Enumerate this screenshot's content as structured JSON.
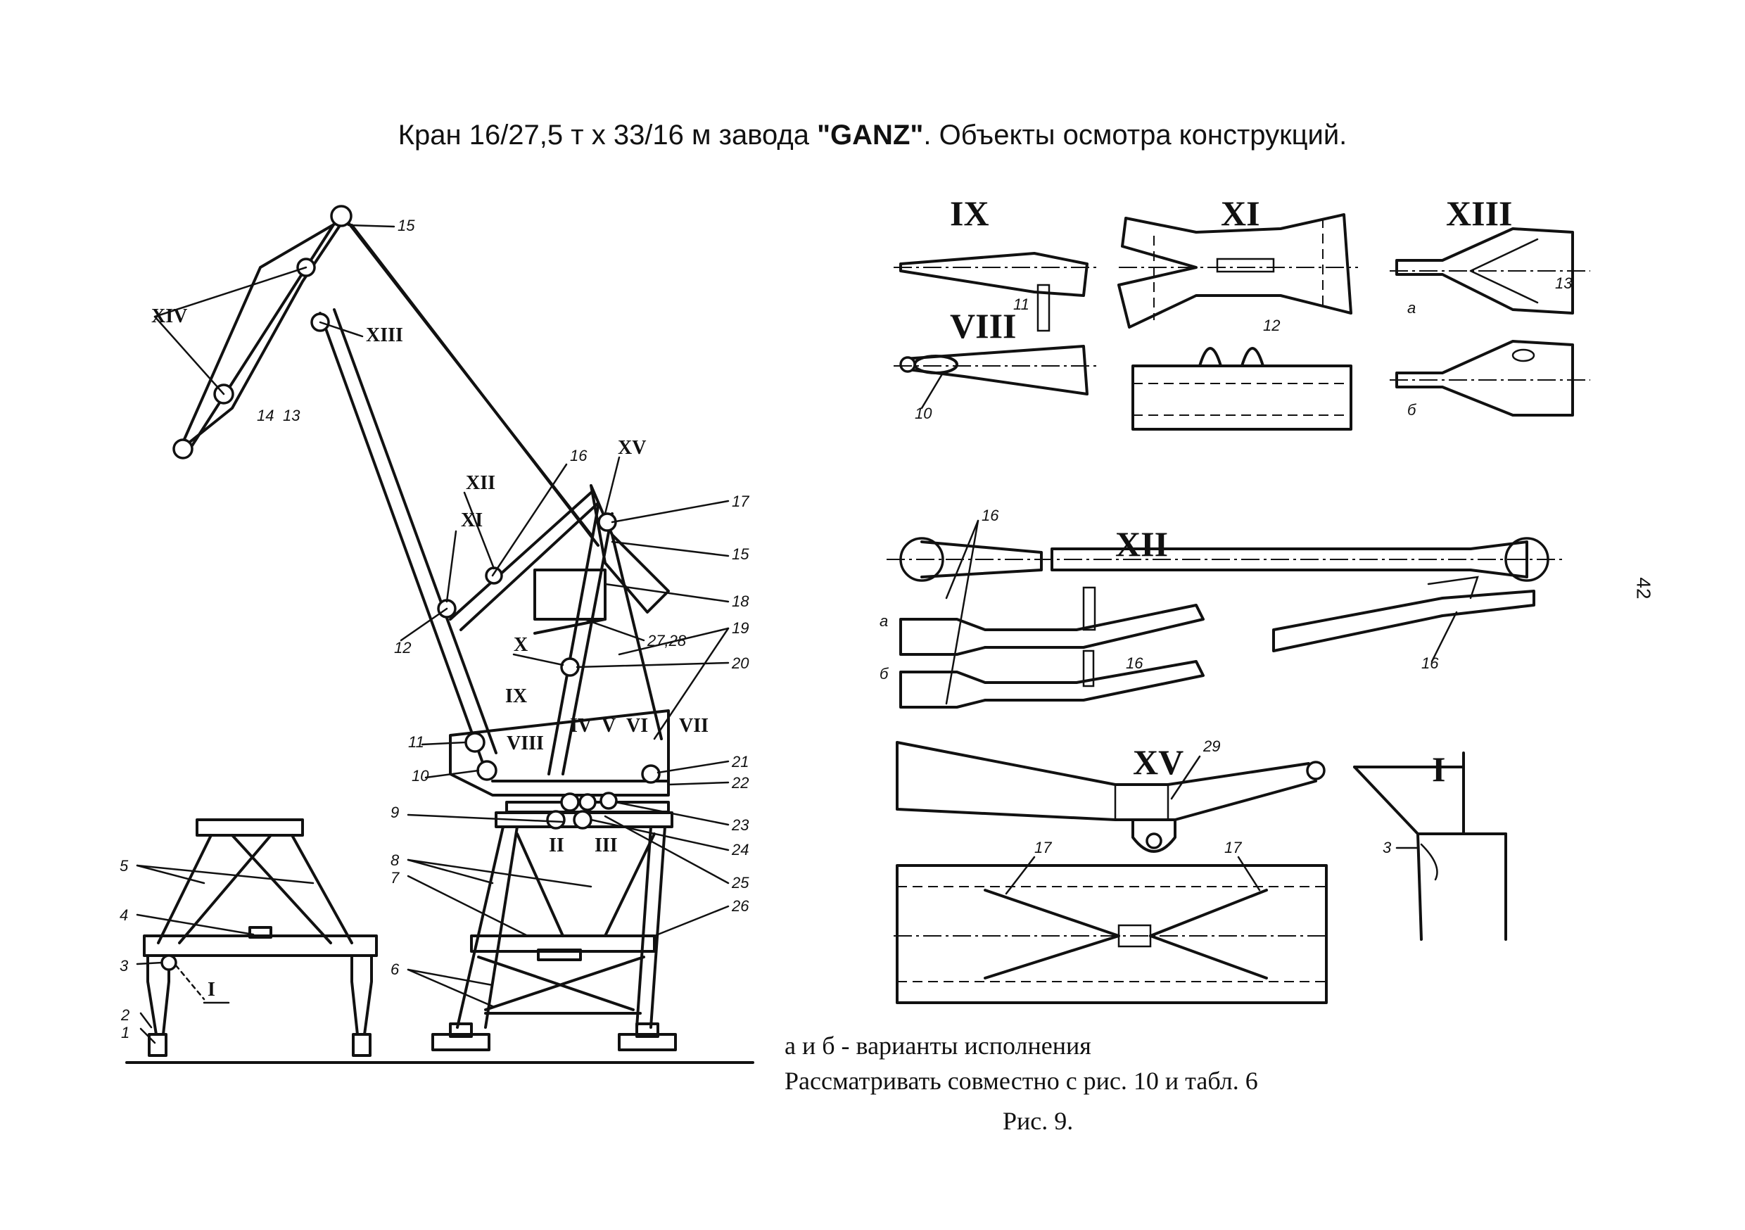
{
  "title": {
    "prefix": "Кран 16/27,5 т х 33/16 м завода ",
    "brand": "\"GANZ\"",
    "suffix": ". Объекты осмотра конструкций."
  },
  "captions": {
    "variants": "а и б - варианты исполнения",
    "see_also": "Рассматривать совместно с рис. 10 и  табл. 6",
    "figure": "Рис. 9."
  },
  "page_number": "42",
  "main_view": {
    "numbers": [
      "1",
      "2",
      "3",
      "4",
      "5",
      "6",
      "7",
      "8",
      "9",
      "10",
      "11",
      "12",
      "13",
      "14",
      "15",
      "15",
      "16",
      "17",
      "18",
      "19",
      "20",
      "21",
      "22",
      "23",
      "24",
      "25",
      "26",
      "27,28"
    ],
    "romans": [
      "I",
      "II",
      "III",
      "IV",
      "V",
      "VI",
      "VII",
      "VIII",
      "IX",
      "X",
      "XI",
      "XII",
      "XIII",
      "XIV",
      "XV"
    ]
  },
  "details": {
    "IX": {
      "title": "IX",
      "label": "11"
    },
    "VIII": {
      "title": "VIII",
      "label": "10"
    },
    "XI": {
      "title": "XI",
      "label": "12"
    },
    "XIII": {
      "title": "XIII",
      "label": "13",
      "variant_a": "а",
      "variant_b": "б"
    },
    "XII": {
      "title": "XII",
      "label_top": "16",
      "label_a": "16",
      "label_right": "16",
      "variant_a": "а",
      "variant_b": "б"
    },
    "XV": {
      "title": "XV",
      "label_29": "29",
      "label_17a": "17",
      "label_17b": "17"
    },
    "I": {
      "title": "I",
      "label": "3"
    }
  }
}
